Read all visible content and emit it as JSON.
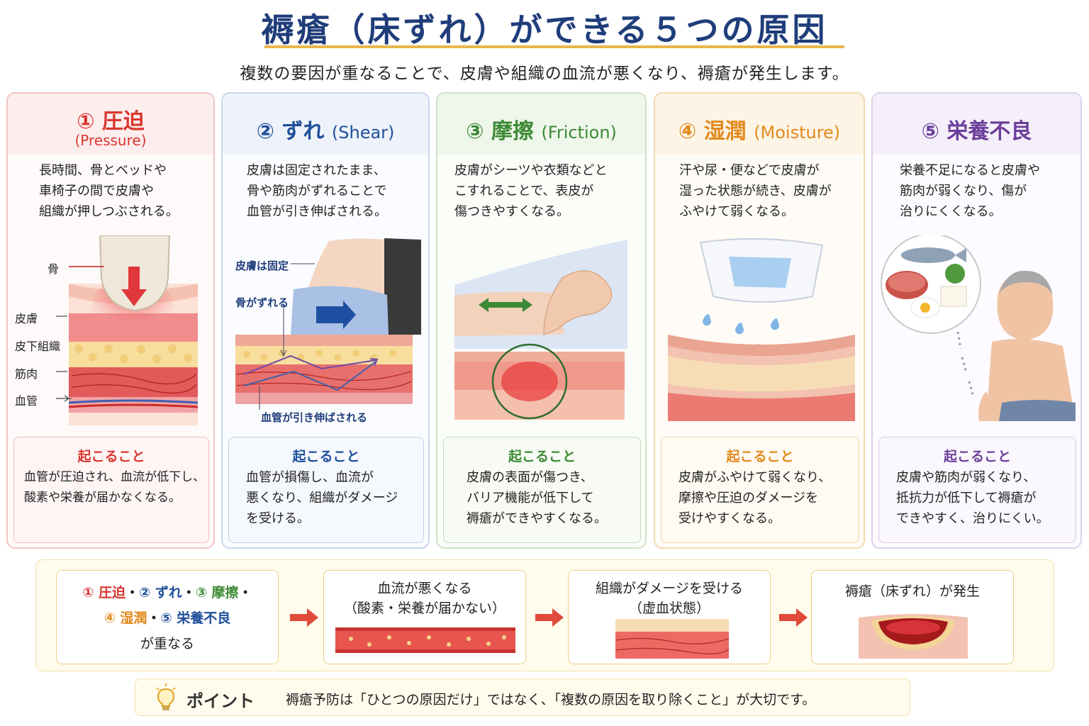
{
  "title": "褥瘡（床ずれ）ができる５つの原因",
  "subtitle": "複数の要因が重なることで、皮膚や組織の血流が悪くなり、褥瘡が発生します。",
  "cards": [
    {
      "num": "①",
      "name": "圧迫",
      "en": "",
      "en_sub": "(Pressure)",
      "desc": "長時間、骨とベッドや\n車椅子の間で皮膚や\n組織が押しつぶされる。",
      "labels": [
        "骨",
        "皮膚",
        "皮下組織",
        "筋肉",
        "血管"
      ],
      "result_title": "起こること",
      "result_text": "血管が圧迫され、血流が低下し、\n酸素や栄養が届かなくなる。"
    },
    {
      "num": "②",
      "name": "ずれ",
      "en": "(Shear)",
      "desc": "皮膚は固定されたまま、\n骨や筋肉がずれることで\n血管が引き伸ばされる。",
      "labels": [
        "皮膚は固定",
        "骨がずれる",
        "血管が引き伸ばされる"
      ],
      "result_title": "起こること",
      "result_text": "血管が損傷し、血流が\n悪くなり、組織がダメージ\nを受ける。"
    },
    {
      "num": "③",
      "name": "摩擦",
      "en": "(Friction)",
      "desc": "皮膚がシーツや衣類などと\nこすれることで、表皮が\n傷つきやすくなる。",
      "result_title": "起こること",
      "result_text": "皮膚の表面が傷つき、\nバリア機能が低下して\n褥瘡ができやすくなる。"
    },
    {
      "num": "④",
      "name": "湿潤",
      "en": "(Moisture)",
      "desc": "汗や尿・便などで皮膚が\n湿った状態が続き、皮膚が\nふやけて弱くなる。",
      "result_title": "起こること",
      "result_text": "皮膚がふやけて弱くなり、\n摩擦や圧迫のダメージを\n受けやすくなる。"
    },
    {
      "num": "⑤",
      "name": "栄養不良",
      "en": "",
      "desc": "栄養不足になると皮膚や\n筋肉が弱くなり、傷が\n治りにくくなる。",
      "result_title": "起こること",
      "result_text": "皮膚や筋肉が弱くなり、\n抵抗力が低下して褥瘡が\nできやすく、治りにくい。"
    }
  ],
  "flow": {
    "step1": {
      "c1": "① 圧迫",
      "c2": "② ずれ",
      "c3": "③ 摩擦",
      "c4": "④ 湿潤",
      "c5": "⑤ 栄養不良",
      "sep": "・",
      "sep_end": "・",
      "tail": "が重なる"
    },
    "step2": {
      "line1": "血流が悪くなる",
      "line2": "（酸素・栄養が届かない）"
    },
    "step3": {
      "line1": "組織がダメージを受ける",
      "line2": "（虚血状態）"
    },
    "step4": {
      "line1": "褥瘡（床ずれ）が発生"
    }
  },
  "point": {
    "label": "ポイント",
    "text": "褥瘡予防は「ひとつの原因だけ」ではなく、「複数の原因を取り除くこと」が大切です。"
  },
  "colors": {
    "pressure": "#d9362f",
    "shear": "#1f4f9a",
    "friction": "#3d8a36",
    "moisture": "#e28a1c",
    "nutrition": "#6b3f9a",
    "title": "#1f3d7a",
    "accent": "#e8b64a",
    "arrow": "#e04a3a"
  },
  "icons": {
    "point": "lightbulb-icon",
    "flow_arrow": "arrow-right-icon"
  }
}
